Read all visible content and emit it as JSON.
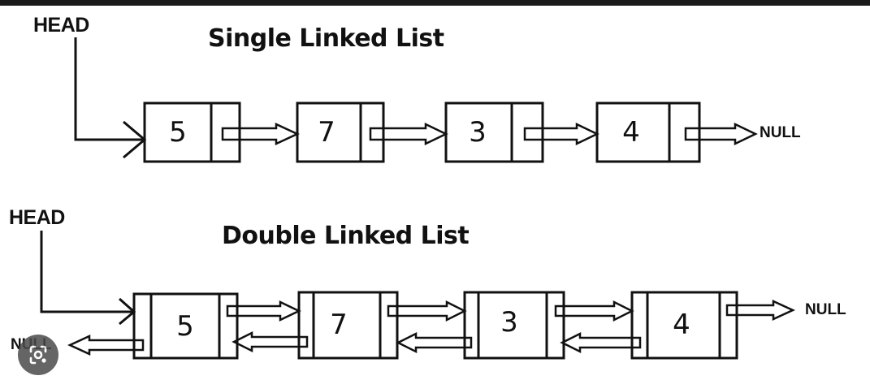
{
  "single": {
    "title": "Single Linked List",
    "head_label": "HEAD",
    "null_label": "NULL",
    "nodes": [
      {
        "value": "5"
      },
      {
        "value": "7"
      },
      {
        "value": "3"
      },
      {
        "value": "4"
      }
    ]
  },
  "double": {
    "title": "Double Linked List",
    "head_label": "HEAD",
    "null_right_label": "NULL",
    "null_left_label": "NULL",
    "nodes": [
      {
        "value": "5"
      },
      {
        "value": "7"
      },
      {
        "value": "3"
      },
      {
        "value": "4"
      }
    ]
  },
  "lens_icon": "google-lens-icon",
  "colors": {
    "ink": "#111111",
    "background": "#ffffff"
  }
}
